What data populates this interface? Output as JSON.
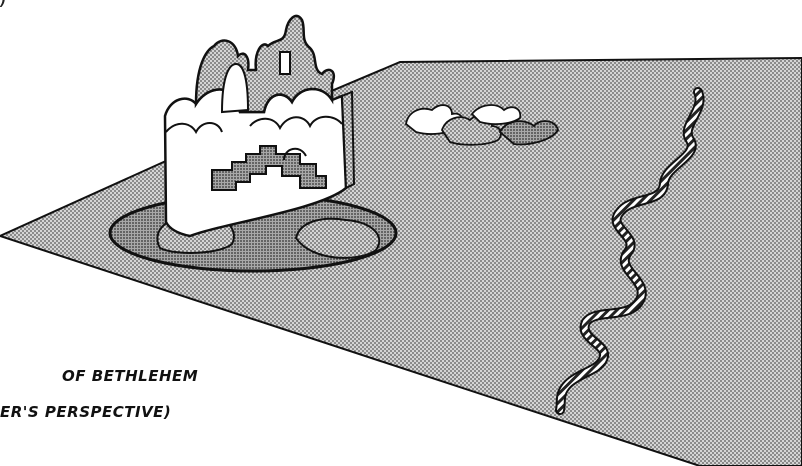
{
  "captions": {
    "line1": "OF BETHLEHEM",
    "line2": "ER'S PERSPECTIVE)",
    "top_fragment": ")"
  },
  "scene": {
    "subjects": [
      "castle-sculpture",
      "hand-shapes",
      "wavy-rope"
    ],
    "colors": {
      "ground": "#bdbdbd",
      "outline": "#111111",
      "castle_wall": "#ffffff",
      "pond": "#9e9e9e"
    }
  }
}
